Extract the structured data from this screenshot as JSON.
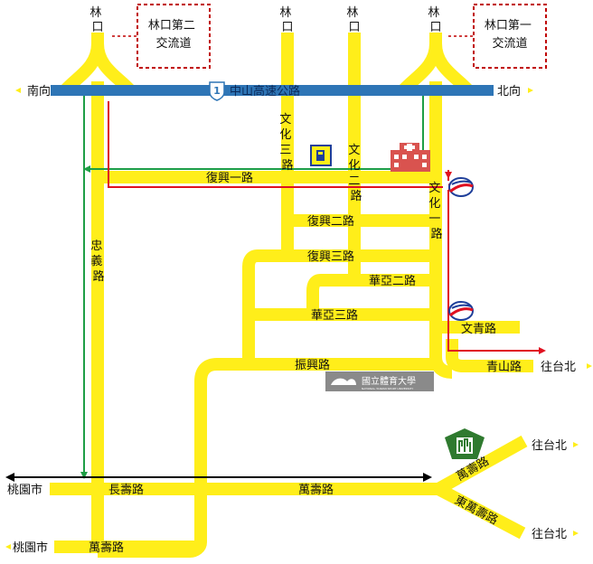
{
  "colors": {
    "road": "#ffee1a",
    "highway": "#2e75b6",
    "route_green": "#1e9e45",
    "route_red": "#e01020",
    "arrow_black": "#000000",
    "dash_box": "#c00000",
    "hospital": "#d9534f",
    "gas": "#1f3f9a",
    "mrt": "#1f3f9a",
    "flag": "#2f7a2f",
    "university": "#8a8a8a"
  },
  "icons": {
    "highway_shield": "highway-shield-icon",
    "gas_station": "gas-station-icon",
    "hospital": "hospital-icon",
    "metro": "metro-icon",
    "university_logo": "university-logo-icon",
    "landmark": "landmark-icon"
  },
  "labels": {
    "linkou_1": "林口",
    "linkou_2": "林口",
    "linkou_3": "林口",
    "linkou_4": "林口",
    "interchange_2": "林口第二\n交流道",
    "interchange_1": "林口第一\n交流道",
    "south": "南向",
    "north": "北向",
    "highway_name": "中山高速公路",
    "highway_num": "1",
    "wenhua3": "文化三路",
    "wenhua2": "文化二路",
    "wenhua1": "文化一路",
    "fuxing1": "復興一路",
    "fuxing2": "復興二路",
    "fuxing3": "復興三路",
    "huaya2": "華亞二路",
    "huaya3": "華亞三路",
    "zhongyi": "忠義路",
    "wenqing": "文青路",
    "qingshan": "青山路",
    "to_taipei_1": "往台北",
    "to_taipei_2": "往台北",
    "to_taipei_3": "往台北",
    "zhenxing": "振興路",
    "university": "國立體育大學",
    "university_en": "NATIONAL TAIWAN SPORT UNIVERSITY",
    "taoyuan_1": "桃園市",
    "taoyuan_2": "桃園市",
    "changshou": "長壽路",
    "wanshou_1": "萬壽路",
    "wanshou_2": "萬壽路",
    "wanshou_3": "萬壽路",
    "east_wanshou": "東萬壽路"
  }
}
